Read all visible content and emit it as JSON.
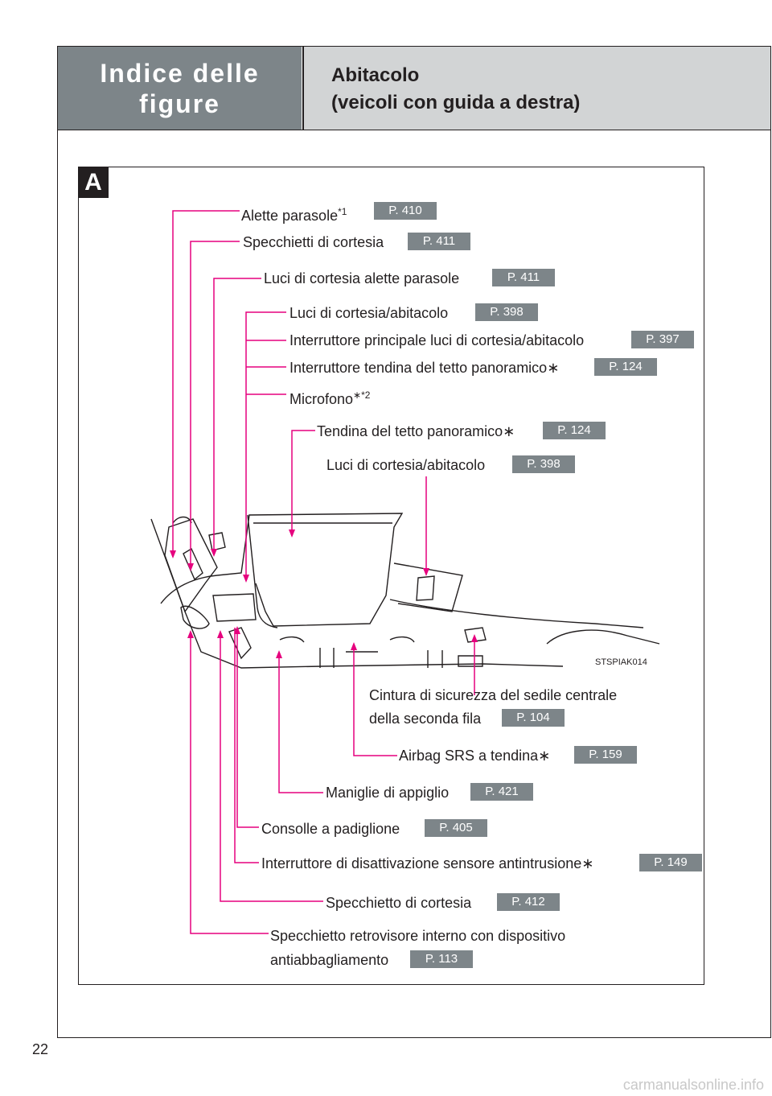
{
  "header": {
    "section_title": "Indice delle figure",
    "subtitle_line1": "Abitacolo",
    "subtitle_line2": "(veicoli con guida a destra)"
  },
  "panel_badge": "A",
  "image_code": "STSPIAK014",
  "labels": {
    "alette_parasole": {
      "text": "Alette parasole",
      "mark": "*1",
      "ref": "P. 410"
    },
    "specchietti_cortesia": {
      "text": "Specchietti di cortesia",
      "ref": "P. 411"
    },
    "luci_alette": {
      "text": "Luci di cortesia alette parasole",
      "ref": "P. 411"
    },
    "luci_abitacolo_1": {
      "text": "Luci di cortesia/abitacolo",
      "ref": "P. 398"
    },
    "interruttore_principale": {
      "text": "Interruttore principale luci di cortesia/abitacolo",
      "ref": "P. 397"
    },
    "interruttore_tendina": {
      "text": "Interruttore tendina del tetto panoramico",
      "mark": "∗",
      "ref": "P. 124"
    },
    "microfono": {
      "text": "Microfono",
      "mark": "∗*2"
    },
    "tendina_tetto": {
      "text": "Tendina del tetto panoramico",
      "mark": "∗",
      "ref": "P. 124"
    },
    "luci_abitacolo_2": {
      "text": "Luci di cortesia/abitacolo",
      "ref": "P. 398"
    },
    "cintura_line1": "Cintura di sicurezza del sedile centrale",
    "cintura": {
      "text": "della seconda fila",
      "ref": "P. 104"
    },
    "airbag": {
      "text": "Airbag SRS a tendina",
      "mark": "∗",
      "ref": "P. 159"
    },
    "maniglie": {
      "text": "Maniglie di appiglio",
      "ref": "P. 421"
    },
    "consolle": {
      "text": "Consolle a padiglione",
      "ref": "P. 405"
    },
    "interruttore_antintrusione": {
      "text": "Interruttore di disattivazione sensore antintrusione",
      "mark": "∗",
      "ref": "P. 149"
    },
    "specchietto_cortesia": {
      "text": "Specchietto di cortesia",
      "ref": "P. 412"
    },
    "retrovisore_line1": "Specchietto retrovisore interno con dispositivo",
    "retrovisore": {
      "text": "antiabbagliamento",
      "ref": "P. 113"
    }
  },
  "page_number": "22",
  "footer_text": "carmanualsonline.info",
  "colors": {
    "header_dark": "#7d8589",
    "header_light": "#d2d4d5",
    "leader_line": "#e6007e",
    "text": "#231f20"
  }
}
